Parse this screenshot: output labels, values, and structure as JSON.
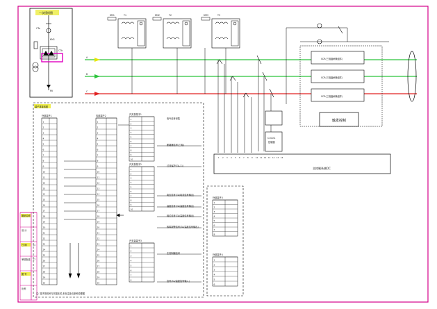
{
  "title_block": {
    "rows": [
      "图纸名称",
      "设 计",
      "日 期",
      "审核批准",
      "图 号",
      "比例"
    ],
    "cells": [
      "",
      "",
      "11",
      "17",
      "",
      ""
    ]
  },
  "inset": {
    "label_top": "一次接线图",
    "labels": [
      "CTa",
      "KM1",
      "T",
      "CTb",
      "RV"
    ]
  },
  "phases": [
    "A",
    "B",
    "C"
  ],
  "transformers": [
    {
      "ref": "KM1",
      "name": "T1"
    },
    {
      "ref": "KM2",
      "name": "T2"
    },
    {
      "ref": "KM3",
      "name": "T3"
    }
  ],
  "scr_modules": [
    "SCR(三相晶闸管组件)",
    "SCR(三相晶闸管组件)",
    "SCR(三相晶闸管组件)"
  ],
  "trigger_label": "触发控制",
  "main_control": "主控制系统DC",
  "ctrl_box": {
    "label": "C10-K1",
    "sub": "控制器"
  },
  "terminal_section_title": "端子排接线图",
  "terminal_strips": [
    {
      "title": "外部端子1",
      "rows": [
        "1",
        "2",
        "3",
        "4",
        "5",
        "6",
        "7",
        "8",
        "9",
        "10",
        "11",
        "12",
        "13",
        "14",
        "15",
        "16",
        "17",
        "18",
        "19",
        "20",
        "21",
        "22",
        "23",
        "24",
        "25",
        "26",
        "27",
        "28",
        "29",
        "30"
      ]
    },
    {
      "title": "内部端子2",
      "rows": [
        "1",
        "2",
        "3",
        "4",
        "5",
        "6",
        "7",
        "8",
        "9",
        "10",
        "11",
        "12",
        "13",
        "14",
        "15",
        "16",
        "17",
        "18",
        "19",
        "20",
        "21",
        "22",
        "23",
        "24",
        "25",
        "26",
        "27",
        "28",
        "29",
        "30"
      ]
    }
  ],
  "plc_blocks": [
    {
      "title": "开关量端子1",
      "rows": [
        "1",
        "2",
        "3",
        "4",
        "5",
        "6",
        "7",
        "8",
        "9",
        "10"
      ]
    },
    {
      "title": "开关量端子2",
      "rows": [
        "1",
        "2",
        "3",
        "4",
        "5",
        "6",
        "7",
        "8",
        "9",
        "10"
      ]
    },
    {
      "title": "开关量端子3",
      "rows": [
        "1",
        "2",
        "3",
        "4",
        "5",
        "6",
        "7",
        "8"
      ]
    }
  ],
  "right_notes": [
    "电气信号采集",
    "断路器信号(三相)",
    "过流保护(TA-11)",
    "电压信号(TA/电流信号输出)",
    "温度信号(TA/温度信号输出)",
    "相位信号(TA/温度信号输出)",
    "故障报警信号(TA/温度信号输出)",
    "主控制器信号",
    "信号(TA/温度信号输入)"
  ],
  "right_strips": [
    {
      "title": "外部端子3",
      "rows": [
        "1",
        "2",
        "3",
        "4",
        "5",
        "6",
        "7",
        "8"
      ]
    },
    {
      "title": "外部端子4",
      "rows": [
        "1",
        "2",
        "3",
        "4",
        "5",
        "6"
      ]
    }
  ],
  "footnote": "注: 端子排线号与本图无关,未标注处请参考原理图"
}
